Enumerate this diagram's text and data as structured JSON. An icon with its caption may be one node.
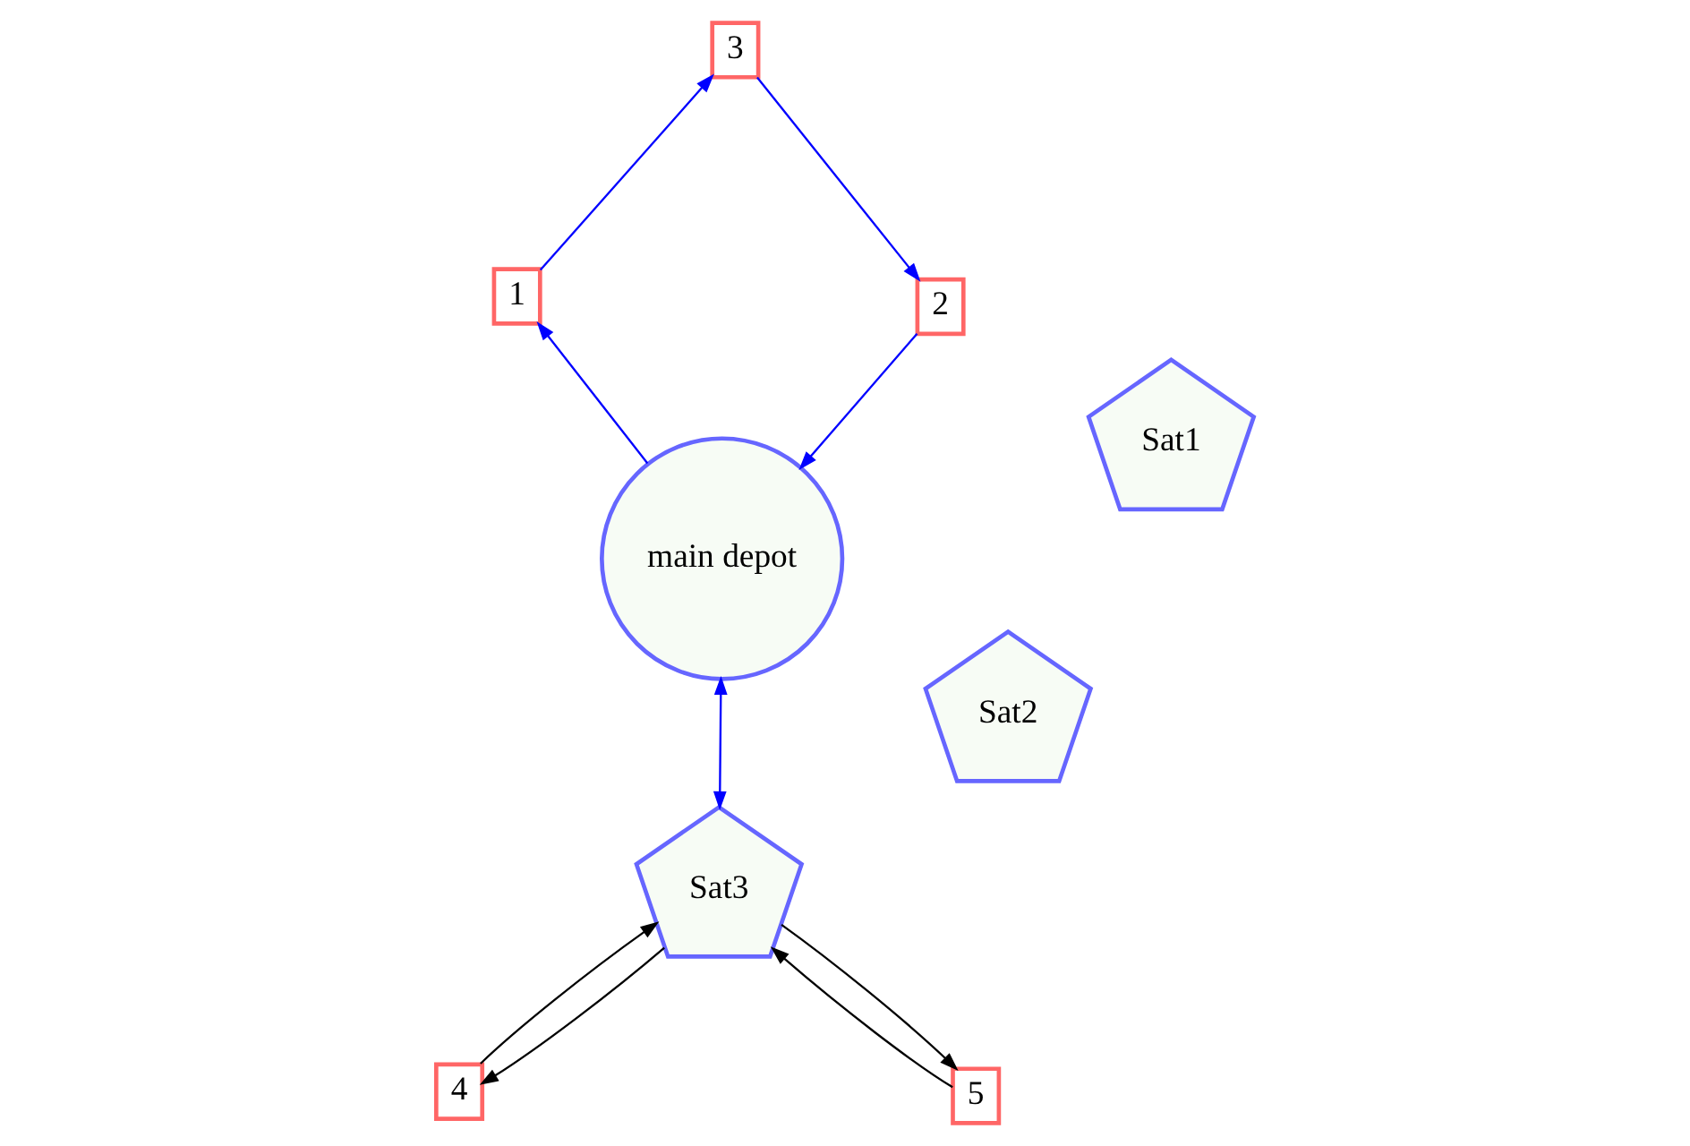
{
  "diagram": {
    "nodes": [
      {
        "text": [
          "4"
        ]
      },
      {
        "text": [
          "Sat2"
        ]
      },
      {
        "text": [
          "2"
        ]
      },
      {
        "text": [
          "Sat3"
        ]
      },
      {
        "text": [
          "3"
        ]
      },
      {
        "text": [
          "5"
        ]
      },
      {
        "text": [
          "Sat1"
        ]
      },
      {
        "text": [
          "1"
        ]
      },
      {
        "text": [
          "main depot"
        ]
      }
    ],
    "edges": [
      {
        "from": 8,
        "to": 7,
        "arrow": "to"
      },
      {
        "from": 7,
        "to": 4,
        "arrow": "to"
      },
      {
        "from": 4,
        "to": 2,
        "arrow": "to"
      },
      {
        "from": 2,
        "to": 8,
        "arrow": "to"
      },
      {
        "from": 3,
        "to": 8,
        "arrow": "both"
      },
      {
        "from": 3,
        "to": 0,
        "arrow": "to",
        "color": "#000000"
      },
      {
        "from": 0,
        "to": 3,
        "arrow": "to",
        "color": "#000000"
      },
      {
        "from": 3,
        "to": 5,
        "arrow": "to",
        "color": "#000000"
      },
      {
        "from": 5,
        "to": 3,
        "arrow": "to",
        "color": "#000000"
      }
    ]
  }
}
